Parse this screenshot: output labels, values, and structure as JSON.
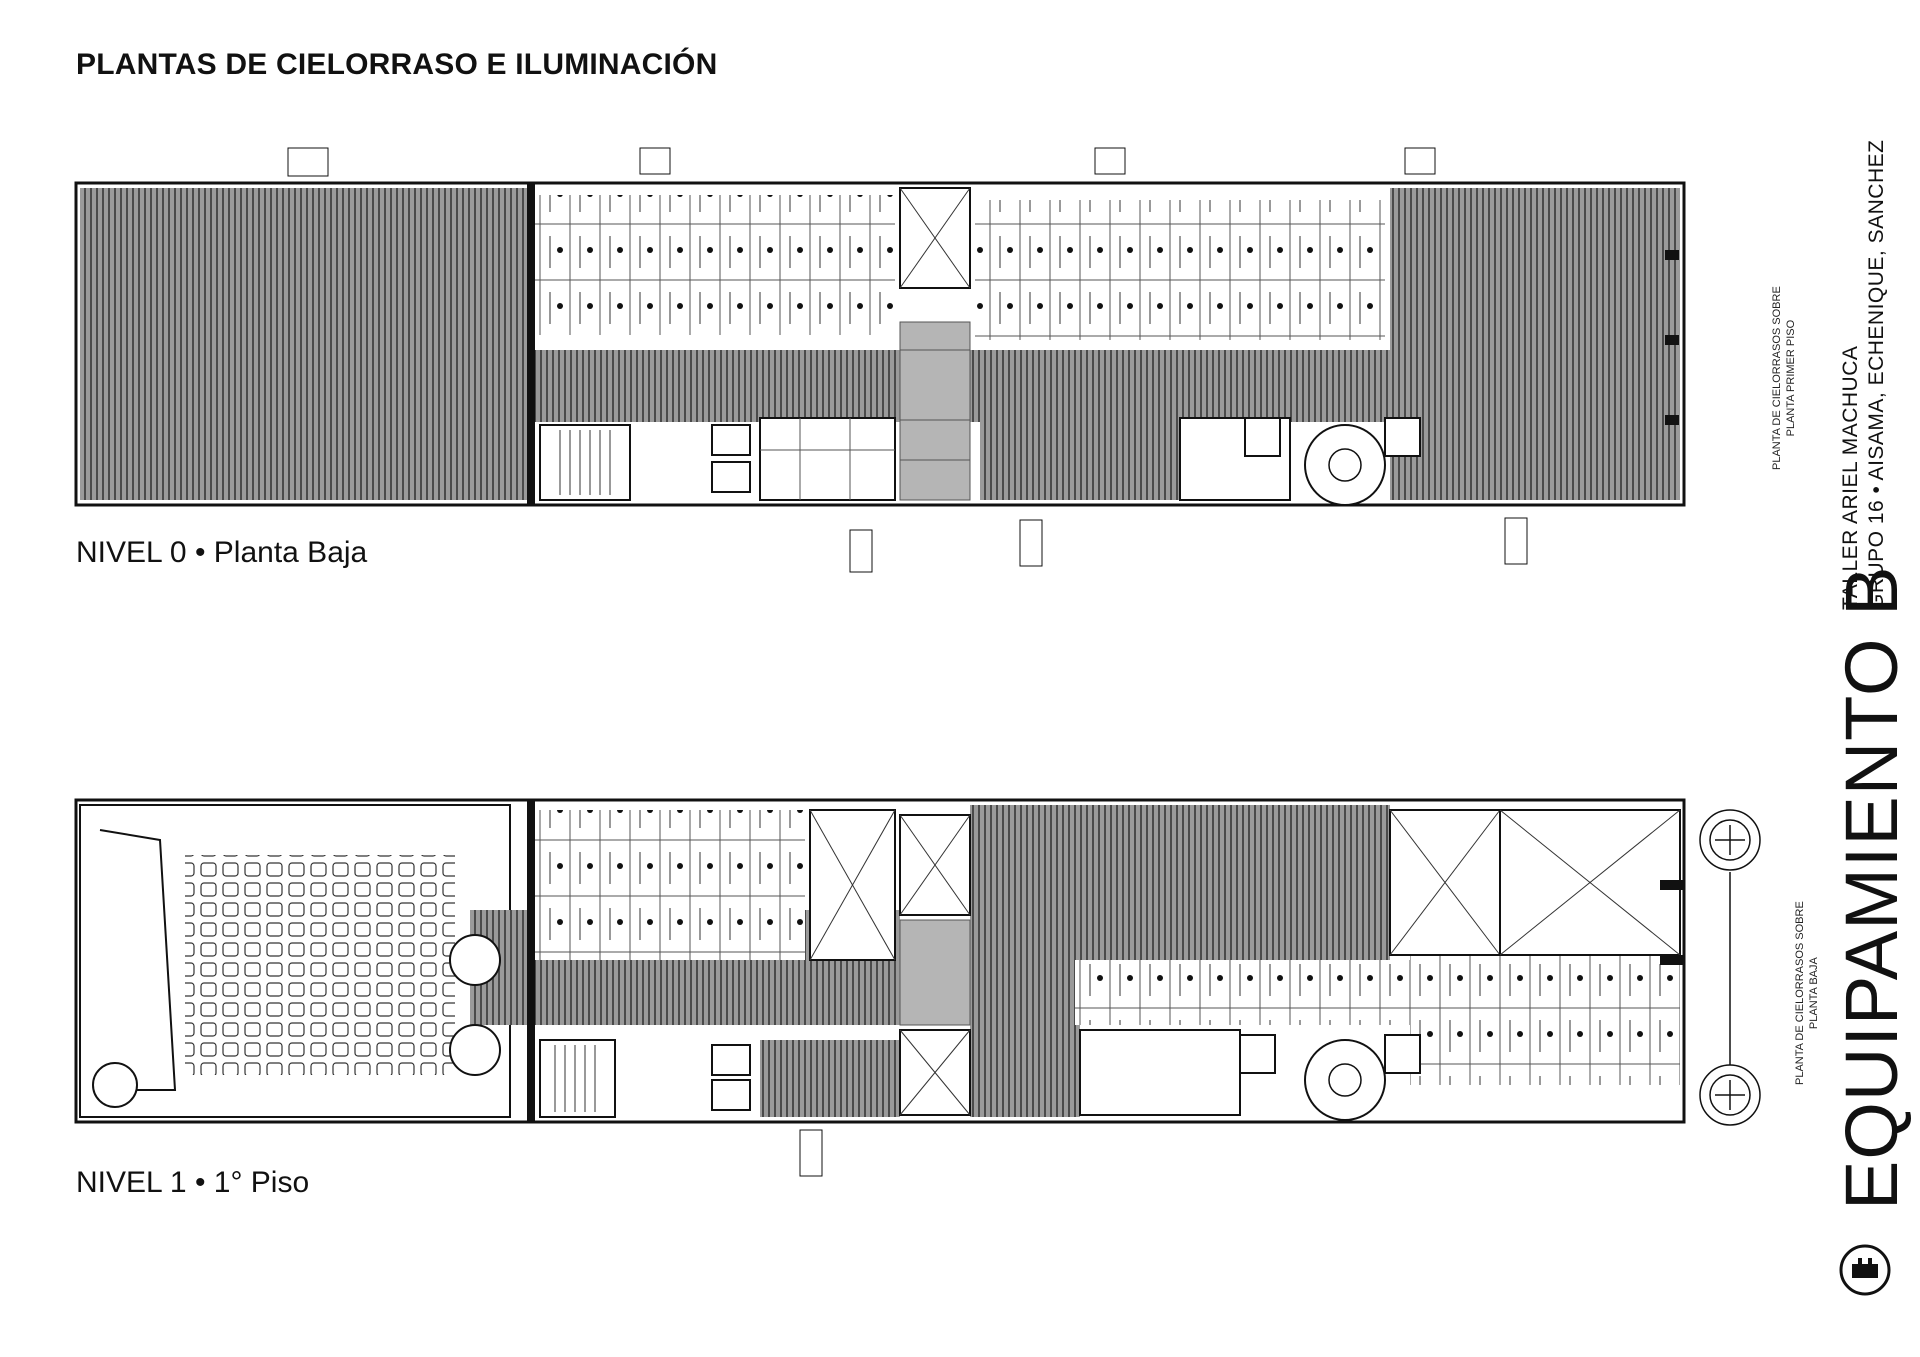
{
  "sheet": {
    "title": "PLANTAS DE CIELORRASO E ILUMINACIÓN"
  },
  "plans": [
    {
      "label": "NIVEL 0 • Planta Baja"
    },
    {
      "label": "NIVEL 1 • 1° Piso"
    }
  ],
  "side_captions": {
    "upper": [
      "PLANTA DE CIELORRASOS SOBRE",
      "PLANTA PRIMER PISO"
    ],
    "lower": [
      "PLANTA DE CIELORRASOS SOBRE",
      "PLANTA BAJA"
    ]
  },
  "title_block": {
    "project": "EQUIPAMIENTO B",
    "studio": "TALLER ARIEL MACHUCA",
    "group": "GRUPO 16 • AISAMA, ECHENIQUE, SANCHEZ"
  },
  "colors": {
    "ink": "#111111",
    "slat_fill": "#8a8a8a",
    "grey_panel": "#b5b5b5"
  }
}
